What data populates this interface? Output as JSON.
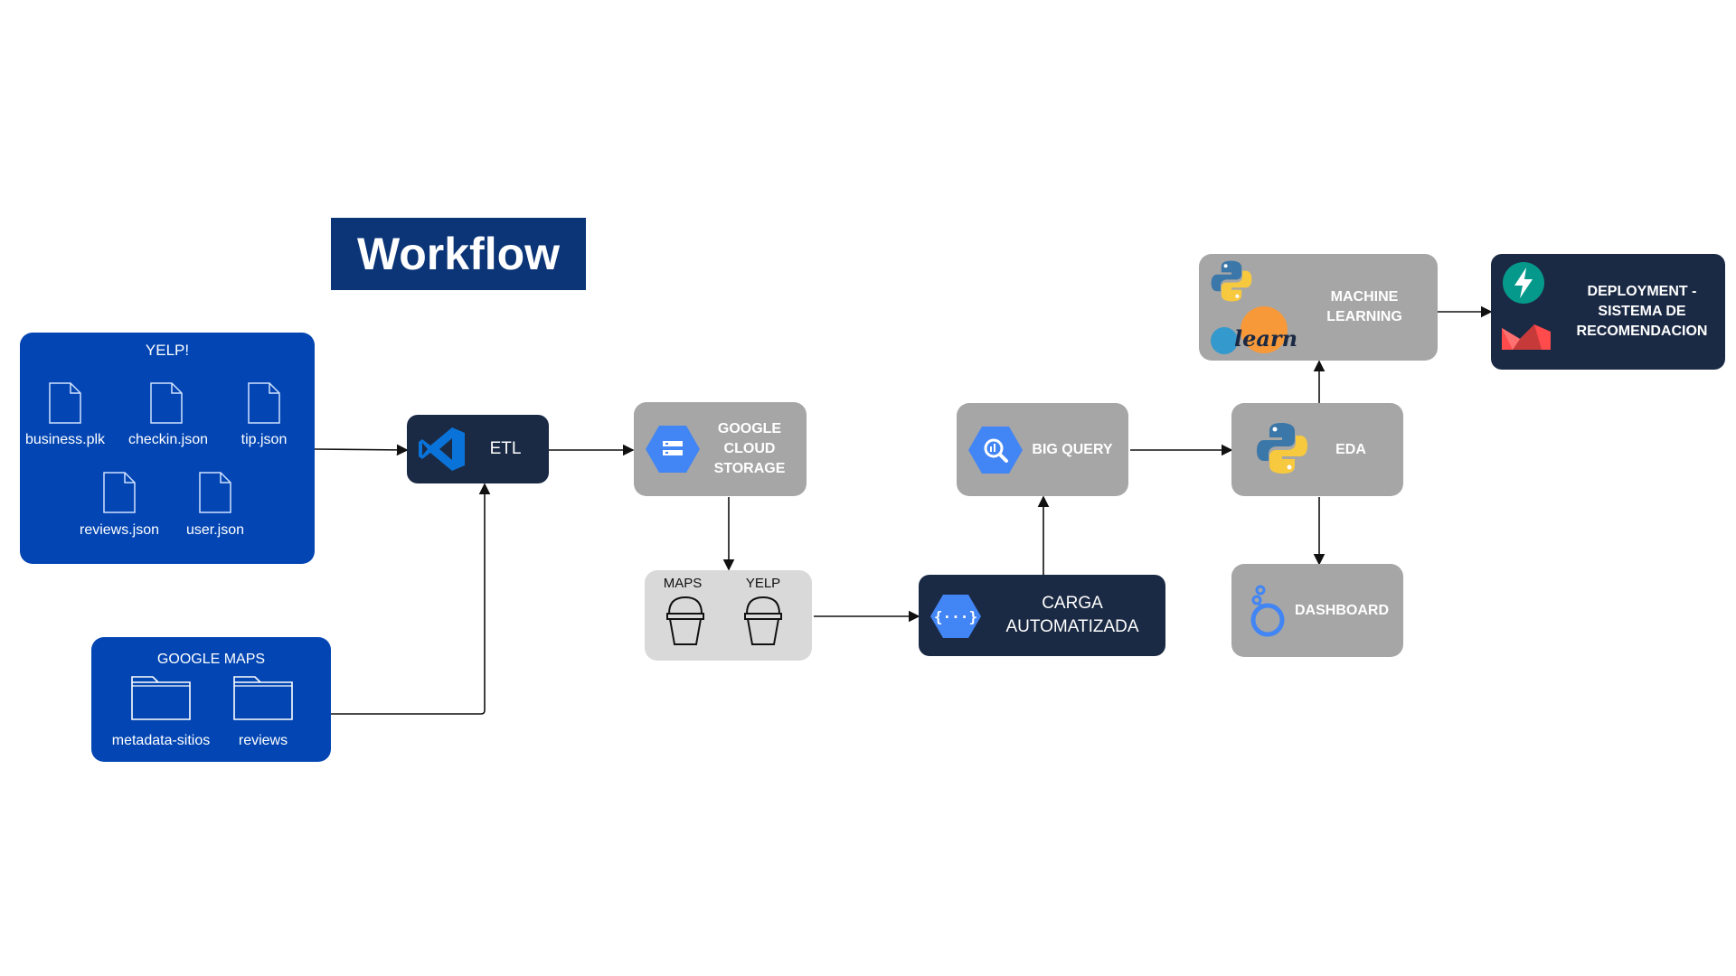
{
  "title": "Workflow",
  "sources": {
    "yelp": {
      "header": "YELP!",
      "files": [
        "business.plk",
        "checkin.json",
        "tip.json",
        "reviews.json",
        "user.json"
      ]
    },
    "google_maps": {
      "header": "GOOGLE MAPS",
      "folders": [
        "metadata-sitios",
        "reviews"
      ]
    }
  },
  "nodes": {
    "etl": "ETL",
    "gcs": "GOOGLE CLOUD STORAGE",
    "buckets": [
      "MAPS",
      "YELP"
    ],
    "carga": "CARGA AUTOMATIZADA",
    "bigquery": "BIG QUERY",
    "eda": "EDA",
    "ml": "MACHINE LEARNING",
    "dashboard": "DASHBOARD",
    "deployment": "DEPLOYMENT - SISTEMA DE RECOMENDACION",
    "sklearn_text": "learn"
  },
  "colors": {
    "source_blue": "#0346b3",
    "title_bg": "#0b3577",
    "dark_node": "#1b2a44",
    "gray_node": "#a6a6a6",
    "bucket_bg": "#d9d9d9"
  }
}
